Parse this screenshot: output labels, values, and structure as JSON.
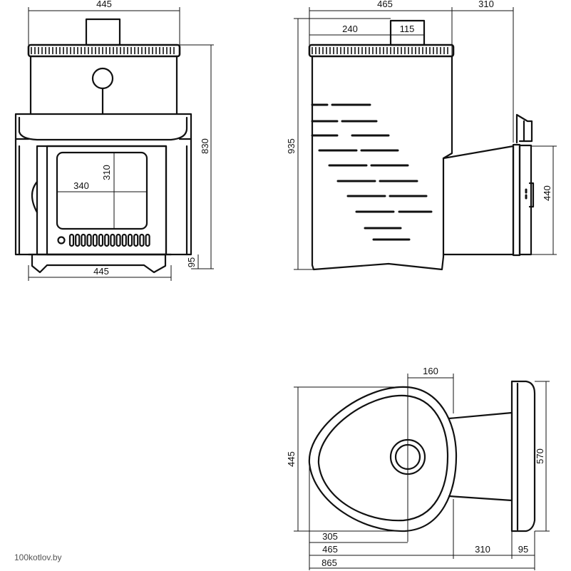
{
  "front_view": {
    "width_top": "445",
    "width_bottom": "445",
    "height_total": "830",
    "leg_height": "95",
    "glass_width": "340",
    "glass_height": "310"
  },
  "side_view": {
    "width_body": "465",
    "depth_feed": "310",
    "offset_chimney": "240",
    "chimney_diameter": "115",
    "height_total": "935",
    "feed_height": "440"
  },
  "plan_view": {
    "chimney_offset": "160",
    "body_width": "445",
    "frame_height": "570",
    "center_offset": "305",
    "body_depth": "465",
    "feed_depth": "310",
    "frame_depth": "95",
    "total_length": "865"
  },
  "watermark": "100kotlov.by"
}
